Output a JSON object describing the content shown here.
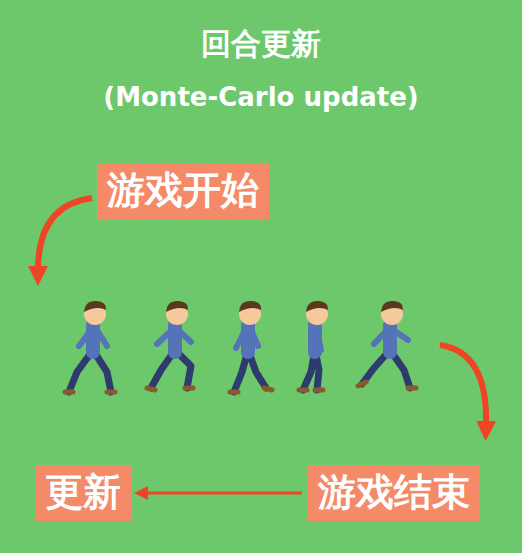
{
  "diagram": {
    "title": "回合更新",
    "nodes": [
      {
        "text": [
          "游戏开始"
        ]
      },
      {
        "text": [
          "更新"
        ]
      },
      {
        "text": [
          "游戏结束"
        ]
      }
    ],
    "edges": [
      {
        "from": 2,
        "to": 1,
        "arrow": "to"
      }
    ],
    "labels": [
      "(Monte-Carlo update)"
    ]
  }
}
